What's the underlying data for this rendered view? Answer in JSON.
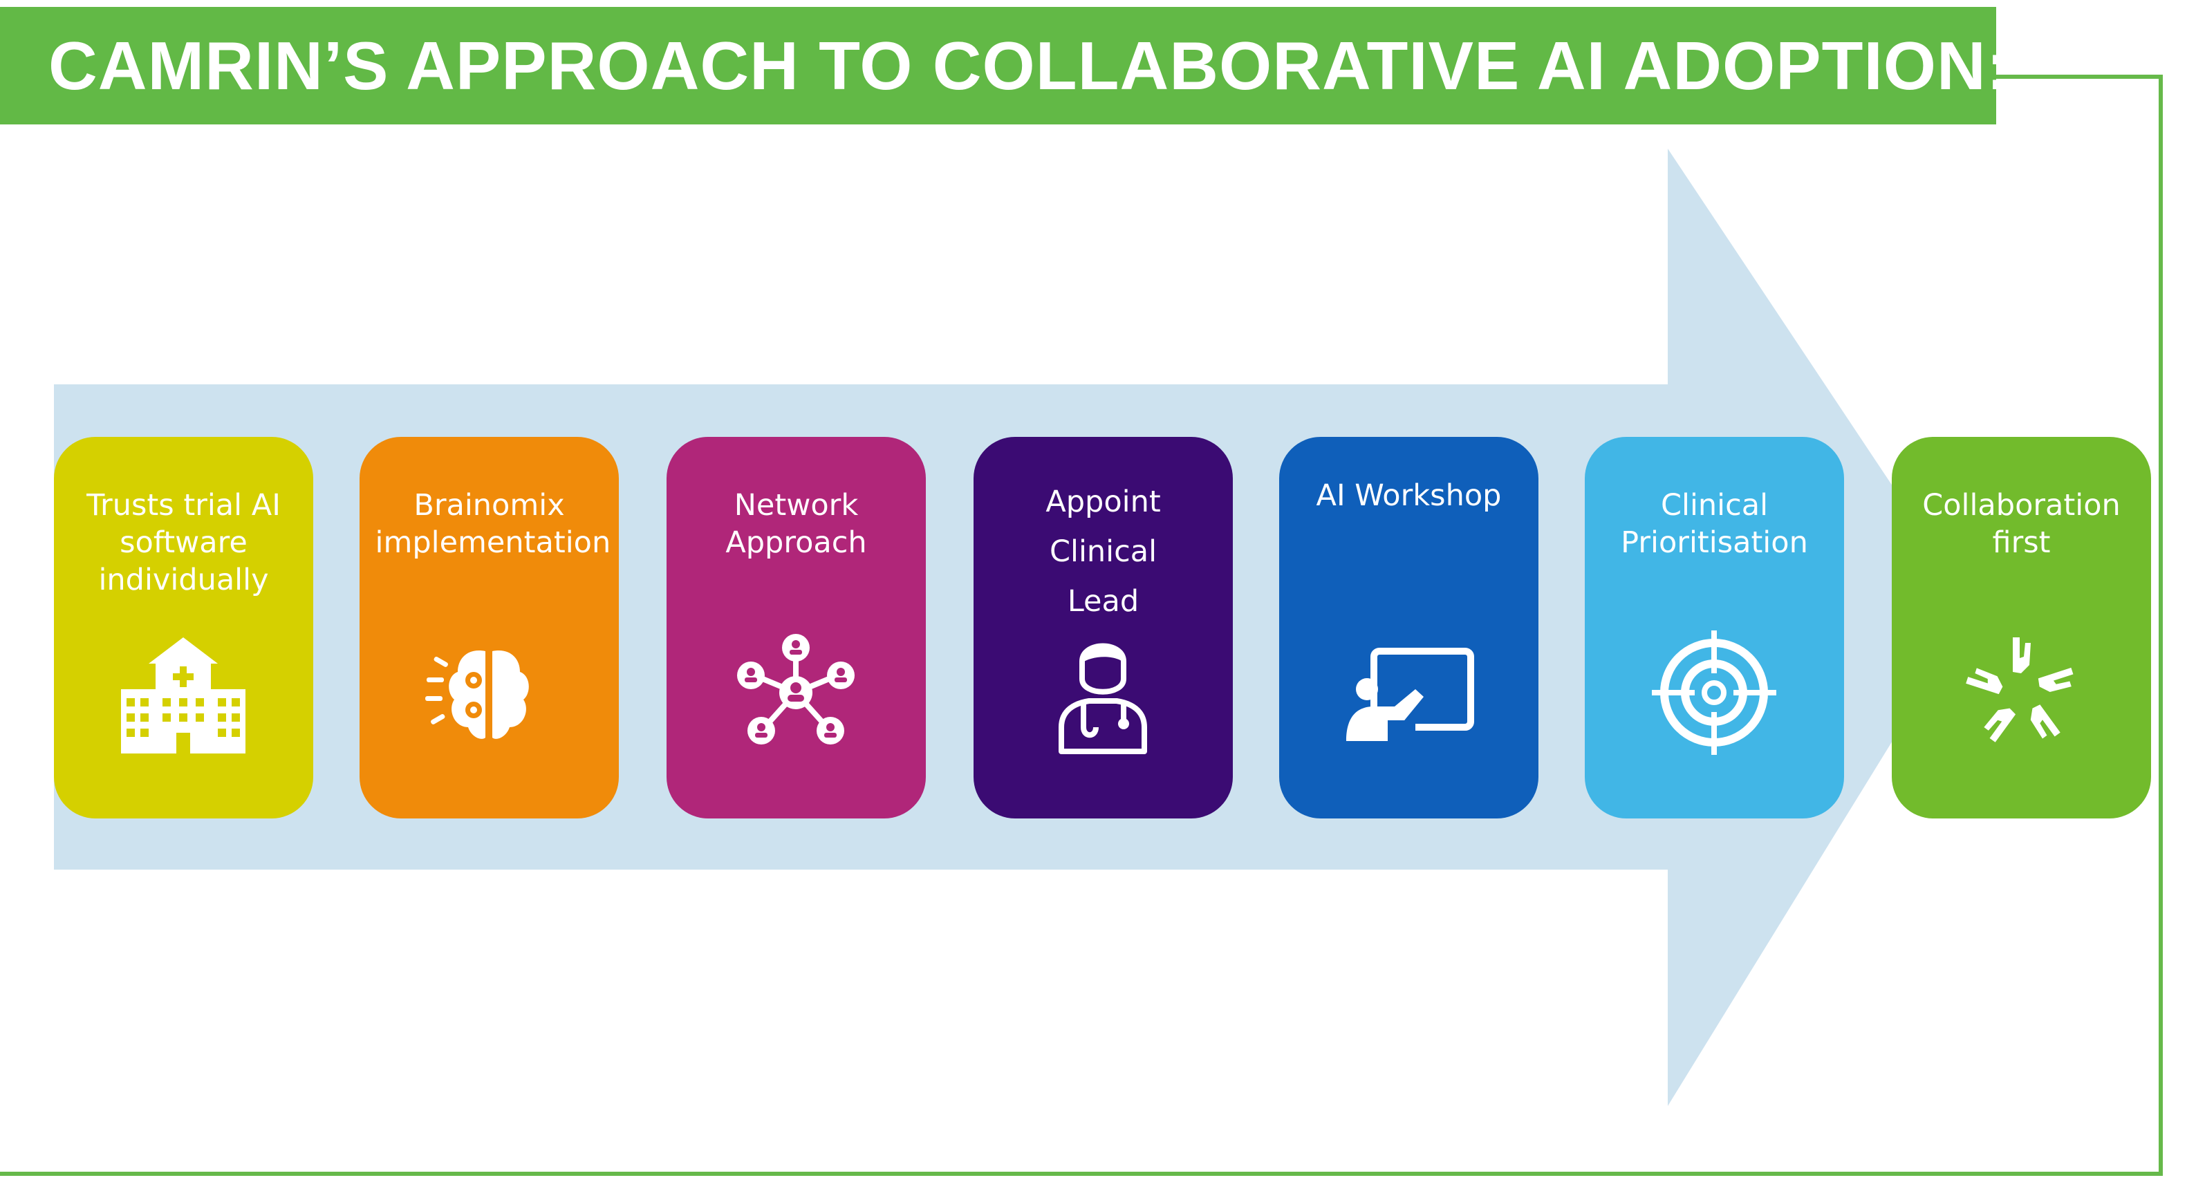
{
  "header": {
    "title": "CAMRIN’S APPROACH TO COLLABORATIVE AI ADOPTION:"
  },
  "colors": {
    "title_bar": "#62b946",
    "frame_line": "#66b94a",
    "arrow": "#cde2ef"
  },
  "steps": [
    {
      "label": "Trusts trial AI\nsoftware\nindividually",
      "icon": "hospital-icon",
      "color": "#d5d000"
    },
    {
      "label": "Brainomix\nimplementation",
      "icon": "brain-gears-icon",
      "color": "#f08b0a"
    },
    {
      "label": "Network\nApproach",
      "icon": "network-icon",
      "color": "#b02679"
    },
    {
      "label": "Appoint Clinical\nLead",
      "icon": "doctor-icon",
      "color": "#3b0b73"
    },
    {
      "label": "AI Workshop",
      "icon": "presentation-icon",
      "color": "#0f5fba"
    },
    {
      "label": "Clinical\nPrioritisation",
      "icon": "target-icon",
      "color": "#41b6e6"
    },
    {
      "label": "Collaboration\nfirst",
      "icon": "hands-together-icon",
      "color": "#72bb2c"
    }
  ]
}
